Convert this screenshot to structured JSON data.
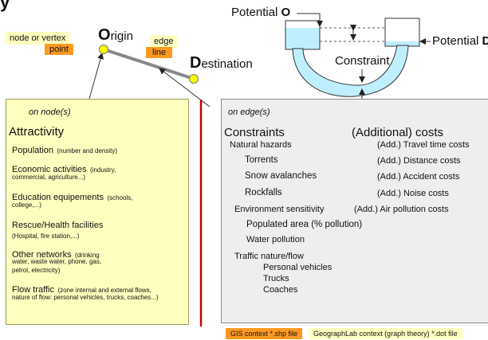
{
  "title_partial": "y",
  "left_diagram": {
    "node_label": "node or vertex",
    "point_label": "point",
    "origin_initial": "O",
    "origin_rest": "rigin",
    "edge_label": "edge",
    "line_label": "line",
    "destination_initial": "D",
    "destination_rest": "estination"
  },
  "right_diagram": {
    "potential_o_prefix": "Potential ",
    "potential_o_letter": "O",
    "potential_d_prefix": "Potential ",
    "potential_d_letter": "D",
    "constraint_label": "Constraint"
  },
  "node_panel": {
    "heading": "on node(s)",
    "title": "Attractivity",
    "items": [
      {
        "main": "Population",
        "sub": "(number and density)"
      },
      {
        "main": "Economic activities",
        "sub": "(industry,",
        "sub2": "commercial, agriculture...)"
      },
      {
        "main": "Education equipements",
        "sub": "(schools,",
        "sub2": "college,...)"
      },
      {
        "main": "Rescue/Health facilities",
        "sub2": "(Hospital, fire station,...)"
      },
      {
        "main": "Other networks",
        "sub": "(drinking",
        "sub2": "water, waste water, phone, gas,",
        "sub3": "petrol, electricity)"
      },
      {
        "main": "Flow traffic",
        "sub": "(zone internal and external flows,",
        "sub2": "nature of flow: personal vehicles, trucks, coaches...)"
      }
    ]
  },
  "edge_panel": {
    "heading": "on edge(s)",
    "constraints_title": "Constraints",
    "costs_title": "(Additional) costs",
    "natural_hazards": "Natural hazards",
    "torrents": "Torrents",
    "snow": "Snow avalanches",
    "rockfalls": "Rockfalls",
    "env": "Environment sensitivity",
    "populated": "Populated area (% pollution)",
    "water": "Water pollution",
    "traffic": "Traffic nature/flow",
    "personal": "Personal vehicles",
    "trucks": "Trucks",
    "coaches": "Coaches",
    "costs": [
      "(Add.) Travel time costs",
      "(Add.) Distance costs",
      "(Add.) Accident costs",
      "(Add.) Noise costs",
      "(Add.) Air pollution costs"
    ]
  },
  "legend": {
    "gis": "GIS context *.shp file",
    "graph": "GeographLab context (graph theory)  *.dot file"
  },
  "colors": {
    "yellow": "#ffffc0",
    "orange": "#ff9922",
    "water": "#bfefff",
    "red_line": "#cc0000"
  }
}
